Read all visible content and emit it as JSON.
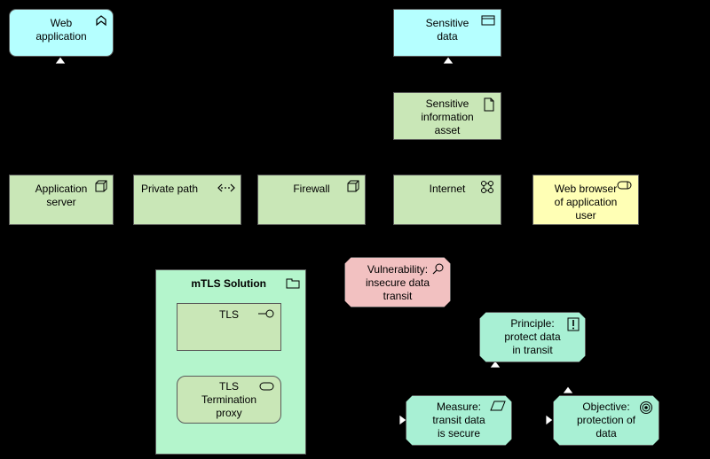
{
  "nodes": {
    "web_application": "Web\napplication",
    "sensitive_data": "Sensitive\ndata",
    "sensitive_asset": "Sensitive\ninformation\nasset",
    "application_server": "Application\nserver",
    "private_path": "Private path",
    "firewall": "Firewall",
    "internet": "Internet",
    "web_browser": "Web browser\nof application\nuser",
    "vulnerability": "Vulnerability:\ninsecure data\ntransit",
    "principle": "Principle:\nprotect data\nin transit",
    "measure": "Measure:\ntransit data\nis secure",
    "objective": "Objective:\nprotection of\ndata",
    "tls": "TLS",
    "tls_proxy": "TLS\nTermination\nproxy"
  },
  "group": {
    "title": "mTLS Solution"
  },
  "colors": {
    "application": "#b5ffff",
    "technology": "#c9e7b7",
    "infrastructure": "#ffffb5",
    "vulnerability": "#f2c1c1",
    "motivation": "#a8f0d4",
    "group": "#b4f5cc"
  }
}
